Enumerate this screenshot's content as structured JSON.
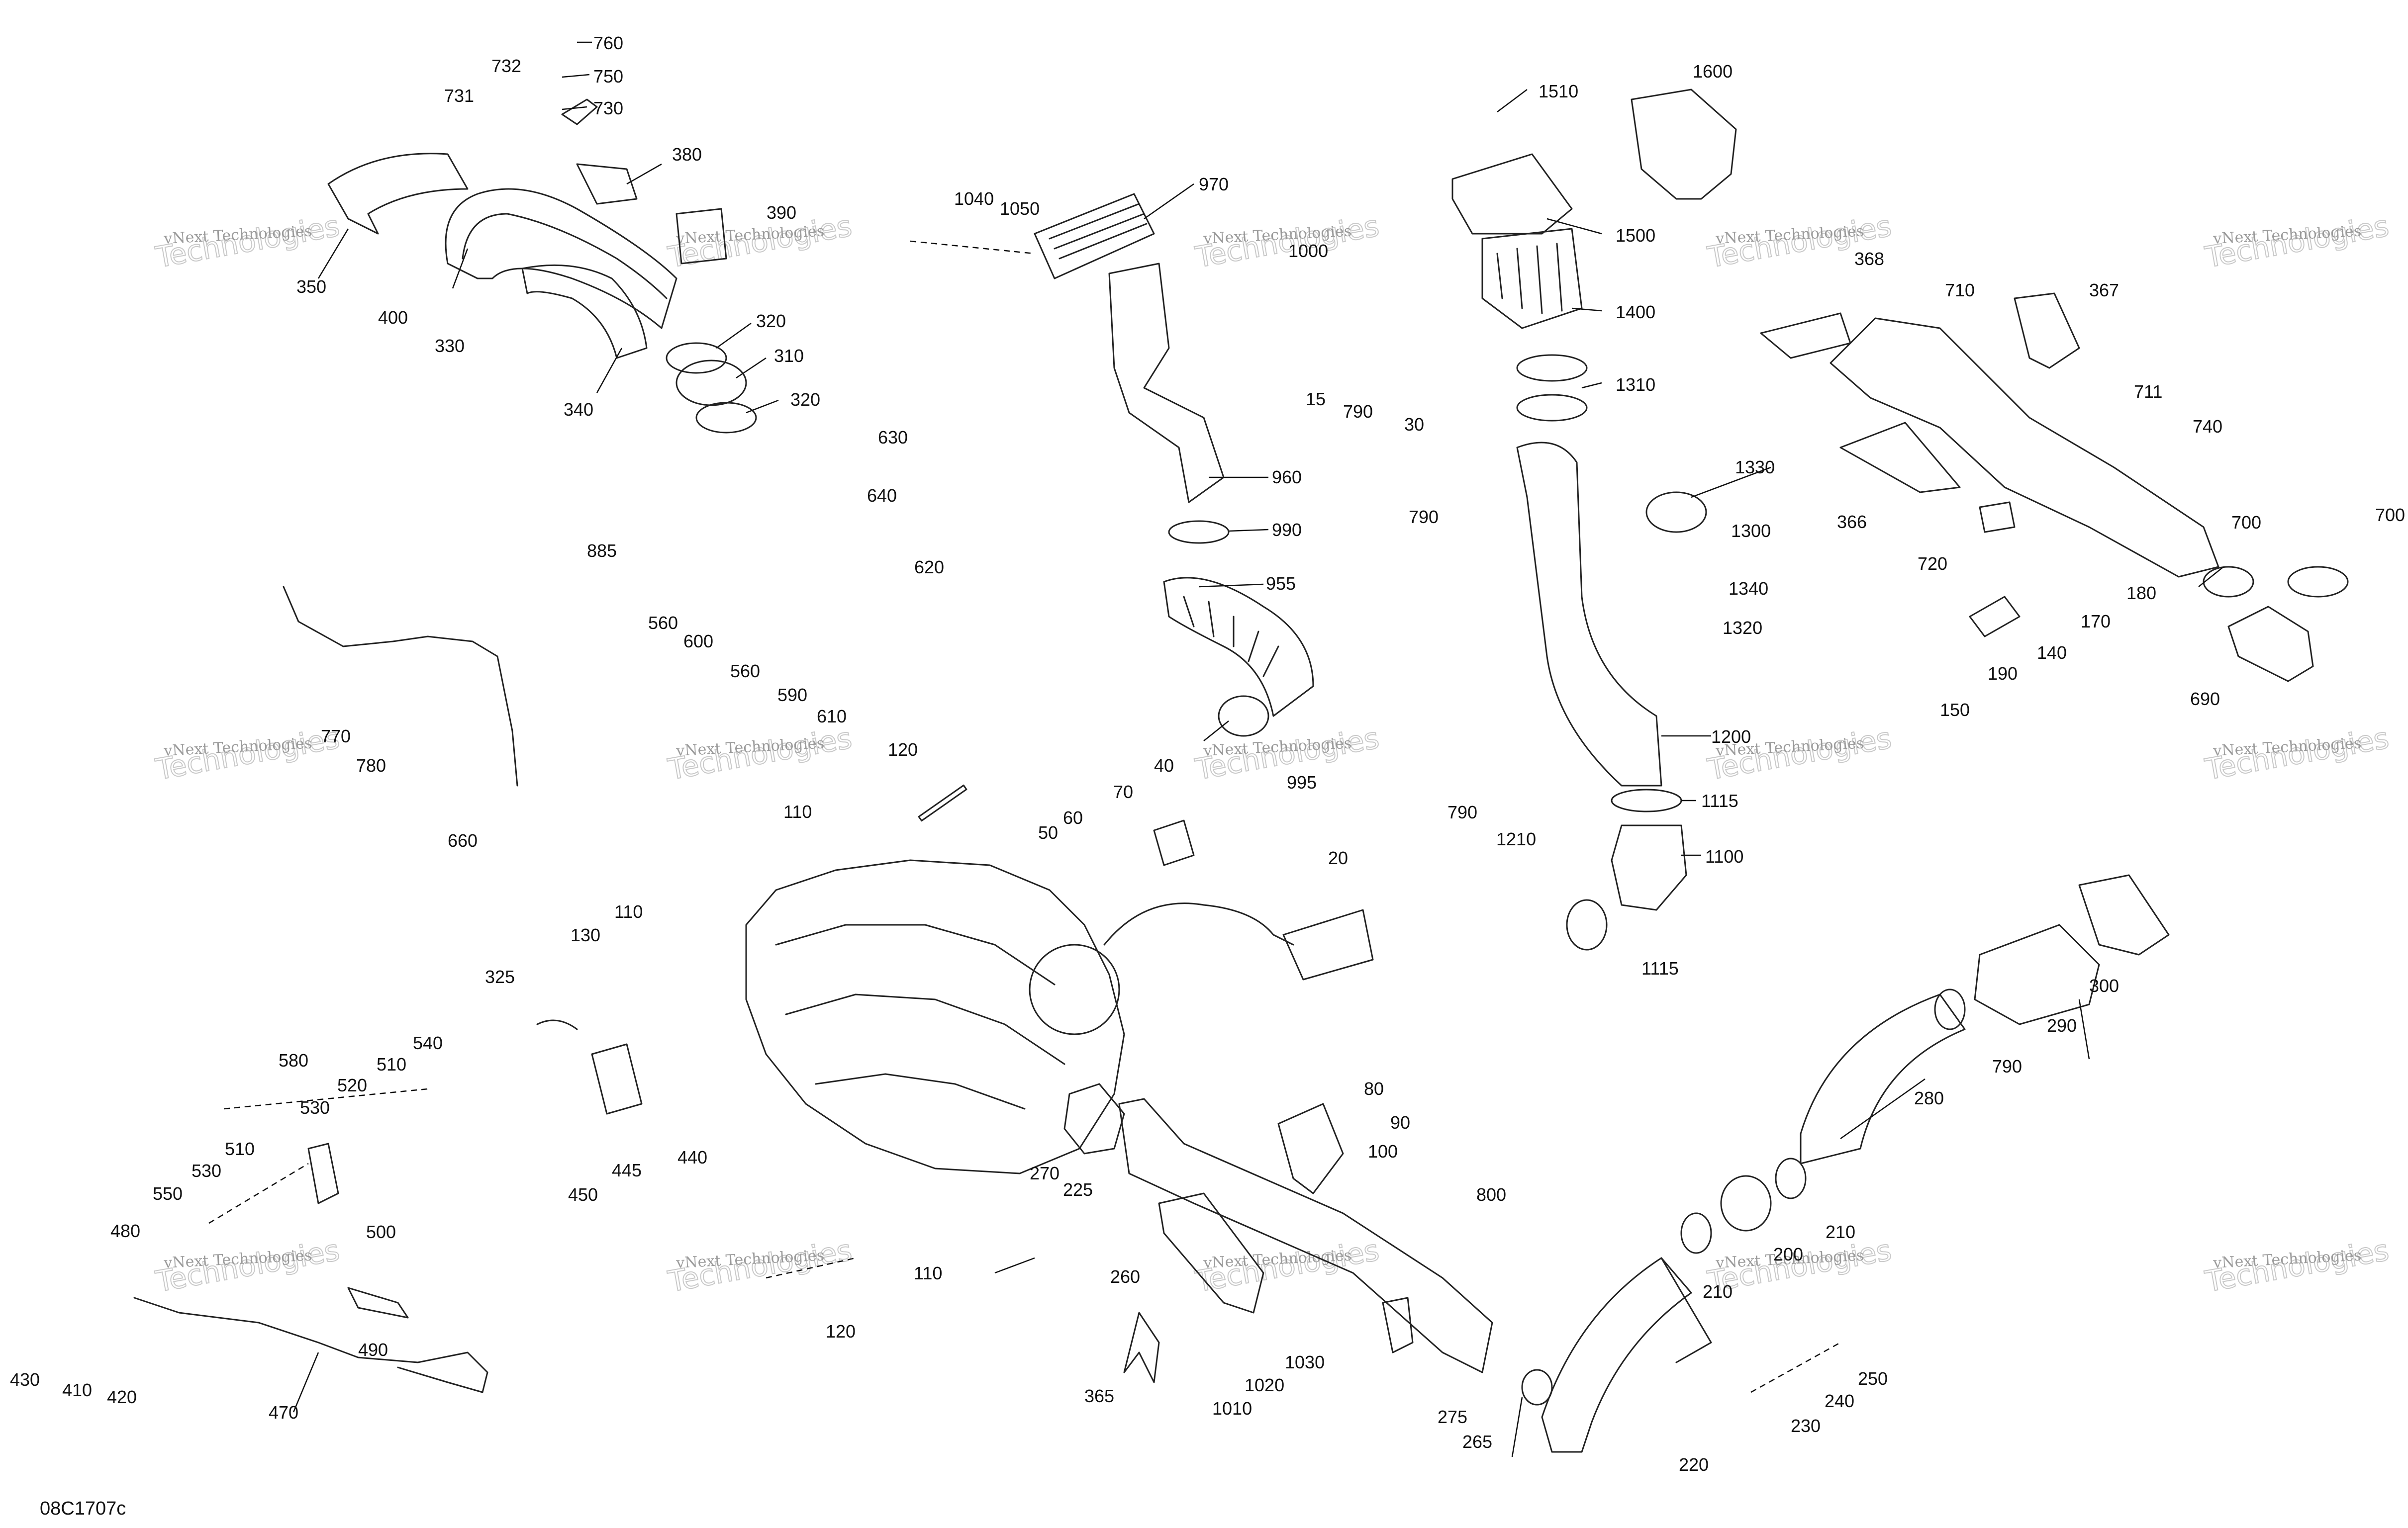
{
  "diagram_code": "08C1707c",
  "watermark": {
    "line1": "vNext Technologies",
    "line2": "Technologies"
  },
  "callouts": [
    {
      "id": "c760",
      "text": "760"
    },
    {
      "id": "c732",
      "text": "732"
    },
    {
      "id": "c750",
      "text": "750"
    },
    {
      "id": "c731",
      "text": "731"
    },
    {
      "id": "c730",
      "text": "730"
    },
    {
      "id": "c380",
      "text": "380"
    },
    {
      "id": "c390",
      "text": "390"
    },
    {
      "id": "c350",
      "text": "350"
    },
    {
      "id": "c400",
      "text": "400"
    },
    {
      "id": "c330",
      "text": "330"
    },
    {
      "id": "c320a",
      "text": "320"
    },
    {
      "id": "c310",
      "text": "310"
    },
    {
      "id": "c340",
      "text": "340"
    },
    {
      "id": "c320b",
      "text": "320"
    },
    {
      "id": "c1040",
      "text": "1040"
    },
    {
      "id": "c1050",
      "text": "1050"
    },
    {
      "id": "c970",
      "text": "970"
    },
    {
      "id": "c1000",
      "text": "1000"
    },
    {
      "id": "c960",
      "text": "960"
    },
    {
      "id": "c990",
      "text": "990"
    },
    {
      "id": "c955",
      "text": "955"
    },
    {
      "id": "c995",
      "text": "995"
    },
    {
      "id": "c1510",
      "text": "1510"
    },
    {
      "id": "c1600",
      "text": "1600"
    },
    {
      "id": "c1500",
      "text": "1500"
    },
    {
      "id": "c1400",
      "text": "1400"
    },
    {
      "id": "c1310",
      "text": "1310"
    },
    {
      "id": "c15",
      "text": "15"
    },
    {
      "id": "c790a",
      "text": "790"
    },
    {
      "id": "c30",
      "text": "30"
    },
    {
      "id": "c790b",
      "text": "790"
    },
    {
      "id": "c1330",
      "text": "1330"
    },
    {
      "id": "c1300",
      "text": "1300"
    },
    {
      "id": "c1340",
      "text": "1340"
    },
    {
      "id": "c1320",
      "text": "1320"
    },
    {
      "id": "c1200",
      "text": "1200"
    },
    {
      "id": "c790c",
      "text": "790"
    },
    {
      "id": "c1210",
      "text": "1210"
    },
    {
      "id": "c1115a",
      "text": "1115"
    },
    {
      "id": "c1100",
      "text": "1100"
    },
    {
      "id": "c1115b",
      "text": "1115"
    },
    {
      "id": "c368",
      "text": "368"
    },
    {
      "id": "c710",
      "text": "710"
    },
    {
      "id": "c367",
      "text": "367"
    },
    {
      "id": "c711",
      "text": "711"
    },
    {
      "id": "c740",
      "text": "740"
    },
    {
      "id": "c366",
      "text": "366"
    },
    {
      "id": "c720",
      "text": "720"
    },
    {
      "id": "c700a",
      "text": "700"
    },
    {
      "id": "c700b",
      "text": "700"
    },
    {
      "id": "c180",
      "text": "180"
    },
    {
      "id": "c170",
      "text": "170"
    },
    {
      "id": "c140",
      "text": "140"
    },
    {
      "id": "c190",
      "text": "190"
    },
    {
      "id": "c150",
      "text": "150"
    },
    {
      "id": "c690",
      "text": "690"
    },
    {
      "id": "c630",
      "text": "630"
    },
    {
      "id": "c640",
      "text": "640"
    },
    {
      "id": "c620",
      "text": "620"
    },
    {
      "id": "c885",
      "text": "885"
    },
    {
      "id": "c560a",
      "text": "560"
    },
    {
      "id": "c600",
      "text": "600"
    },
    {
      "id": "c560b",
      "text": "560"
    },
    {
      "id": "c590",
      "text": "590"
    },
    {
      "id": "c610",
      "text": "610"
    },
    {
      "id": "c770",
      "text": "770"
    },
    {
      "id": "c780",
      "text": "780"
    },
    {
      "id": "c660",
      "text": "660"
    },
    {
      "id": "c120a",
      "text": "120"
    },
    {
      "id": "c110a",
      "text": "110"
    },
    {
      "id": "c40",
      "text": "40"
    },
    {
      "id": "c70",
      "text": "70"
    },
    {
      "id": "c60",
      "text": "60"
    },
    {
      "id": "c50",
      "text": "50"
    },
    {
      "id": "c20",
      "text": "20"
    },
    {
      "id": "c110b",
      "text": "110"
    },
    {
      "id": "c130",
      "text": "130"
    },
    {
      "id": "c325",
      "text": "325"
    },
    {
      "id": "c580",
      "text": "580"
    },
    {
      "id": "c540",
      "text": "540"
    },
    {
      "id": "c510a",
      "text": "510"
    },
    {
      "id": "c520",
      "text": "520"
    },
    {
      "id": "c530a",
      "text": "530"
    },
    {
      "id": "c510b",
      "text": "510"
    },
    {
      "id": "c530b",
      "text": "530"
    },
    {
      "id": "c550",
      "text": "550"
    },
    {
      "id": "c500",
      "text": "500"
    },
    {
      "id": "c440",
      "text": "440"
    },
    {
      "id": "c445",
      "text": "445"
    },
    {
      "id": "c450",
      "text": "450"
    },
    {
      "id": "c80",
      "text": "80"
    },
    {
      "id": "c90",
      "text": "90"
    },
    {
      "id": "c100",
      "text": "100"
    },
    {
      "id": "c270",
      "text": "270"
    },
    {
      "id": "c225",
      "text": "225"
    },
    {
      "id": "c800",
      "text": "800"
    },
    {
      "id": "c300",
      "text": "300"
    },
    {
      "id": "c290",
      "text": "290"
    },
    {
      "id": "c790d",
      "text": "790"
    },
    {
      "id": "c280",
      "text": "280"
    },
    {
      "id": "c210a",
      "text": "210"
    },
    {
      "id": "c200",
      "text": "200"
    },
    {
      "id": "c210b",
      "text": "210"
    },
    {
      "id": "c480",
      "text": "480"
    },
    {
      "id": "c490",
      "text": "490"
    },
    {
      "id": "c430",
      "text": "430"
    },
    {
      "id": "c410",
      "text": "410"
    },
    {
      "id": "c420",
      "text": "420"
    },
    {
      "id": "c470",
      "text": "470"
    },
    {
      "id": "c110c",
      "text": "110"
    },
    {
      "id": "c120b",
      "text": "120"
    },
    {
      "id": "c260",
      "text": "260"
    },
    {
      "id": "c365",
      "text": "365"
    },
    {
      "id": "c1030",
      "text": "1030"
    },
    {
      "id": "c1020",
      "text": "1020"
    },
    {
      "id": "c1010",
      "text": "1010"
    },
    {
      "id": "c275",
      "text": "275"
    },
    {
      "id": "c265",
      "text": "265"
    },
    {
      "id": "c220",
      "text": "220"
    },
    {
      "id": "c250",
      "text": "250"
    },
    {
      "id": "c240",
      "text": "240"
    },
    {
      "id": "c230",
      "text": "230"
    }
  ]
}
